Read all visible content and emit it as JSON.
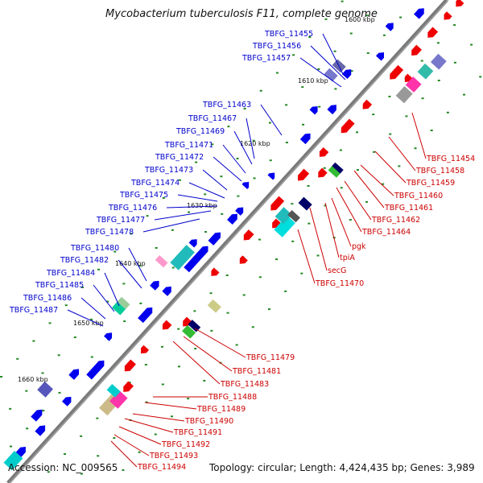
{
  "title": "Mycobacterium tuberculosis F11, complete genome",
  "accession": "Accession: NC_009565",
  "summary": "Topology: circular; Length: 4,424,435 bp; Genes: 3,989",
  "colors": {
    "left_label": "#0000cc",
    "right_label": "#cc0000",
    "backbone": "#777777",
    "gene_plus": "#0000ee",
    "gene_minus": "#ee0000",
    "tick": "#228822"
  },
  "scale_labels": [
    "1600 kbp",
    "1610 kbp",
    "1620 kbp",
    "1630 kbp",
    "1640 kbp",
    "1650 kbp",
    "1660 kbp"
  ],
  "left_genes": [
    "TBFG_11455",
    "TBFG_11456",
    "TBFG_11457",
    "TBFG_11463",
    "TBFG_11467",
    "TBFG_11469",
    "TBFG_11471",
    "TBFG_11472",
    "TBFG_11473",
    "TBFG_11474",
    "TBFG_11475",
    "TBFG_11476",
    "TBFG_11477",
    "TBFG_11478",
    "TBFG_11480",
    "TBFG_11482",
    "TBFG_11484",
    "TBFG_11485",
    "TBFG_11486",
    "TBFG_11487"
  ],
  "right_genes": [
    "TBFG_11454",
    "TBFG_11458",
    "TBFG_11459",
    "TBFG_11460",
    "TBFG_11461",
    "TBFG_11462",
    "TBFG_11464",
    "pgk",
    "tpiA",
    "secG",
    "TBFG_11470",
    "TBFG_11479",
    "TBFG_11481",
    "TBFG_11483",
    "TBFG_11488",
    "TBFG_11489",
    "TBFG_11490",
    "TBFG_11491",
    "TBFG_11492",
    "TBFG_11493",
    "TBFG_11494"
  ]
}
